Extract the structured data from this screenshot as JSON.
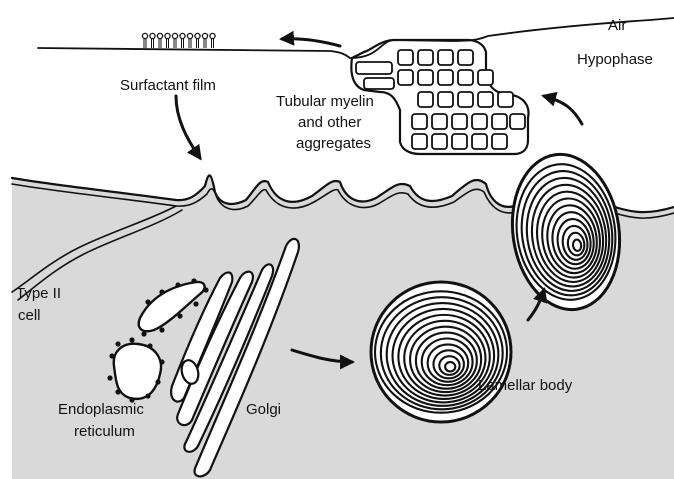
{
  "labels": {
    "air": "Air",
    "hypophase": "Hypophase",
    "surfactant_film": "Surfactant film",
    "tubular_myelin_line1": "Tubular myelin",
    "tubular_myelin_line2": "and other",
    "tubular_myelin_line3": "aggregates",
    "type2_line1": "Type II",
    "type2_line2": "cell",
    "er_line1": "Endoplasmic",
    "er_line2": "reticulum",
    "golgi": "Golgi",
    "lamellar_body": "Lamellar body"
  },
  "colors": {
    "ink": "#111111",
    "cell_fill": "#d9d9d9",
    "background": "#ffffff"
  }
}
